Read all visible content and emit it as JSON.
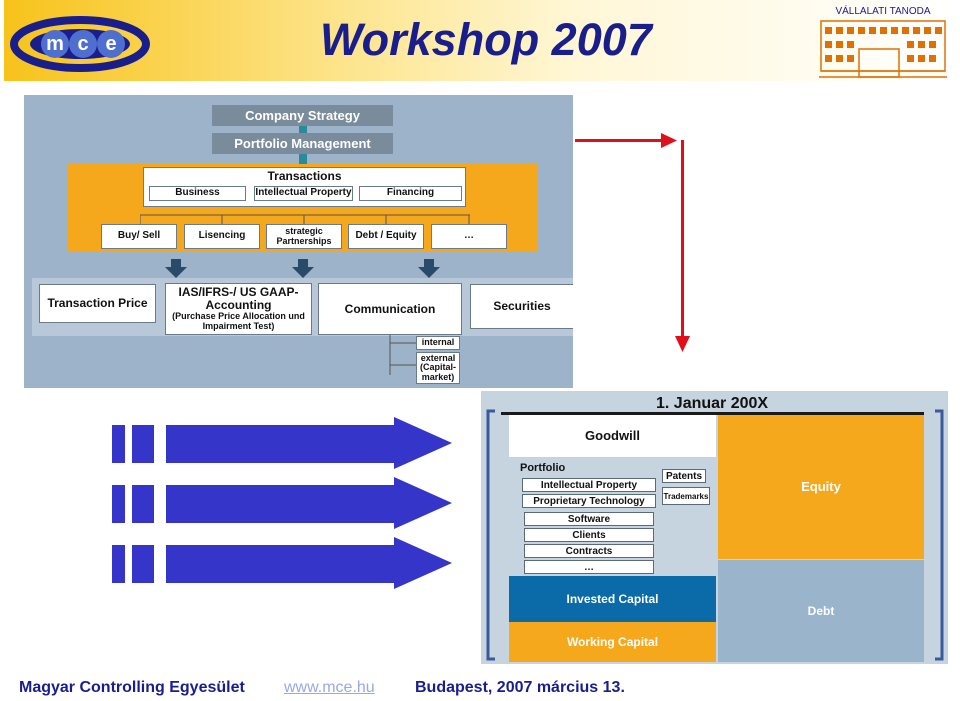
{
  "header": {
    "title": "Workshop 2007",
    "logo_text": "mce",
    "vt_label": "VÁLLALATI TANODA"
  },
  "diagram": {
    "company_strategy": "Company Strategy",
    "portfolio_management": "Portfolio Management",
    "transactions": "Transactions",
    "transaction_types": [
      "Business",
      "Intellectual Property",
      "Financing"
    ],
    "deal_types": [
      "Buy/ Sell",
      "Lisencing",
      "strategic Partnerships",
      "Debt / Equity",
      "…"
    ],
    "transaction_price": "Transaction Price",
    "accounting_title": "IAS/IFRS-/ US GAAP-Accounting",
    "accounting_sub": "(Purchase Price Allocation und Impairment Test)",
    "communication": "Communication",
    "securities": "Securities",
    "internal": "internal",
    "external": "external (Capital-market)"
  },
  "balance_sheet": {
    "date": "1. Januar 200X",
    "goodwill": "Goodwill",
    "portfolio": "Portfolio",
    "portfolio_items": [
      "Intellectual Property",
      "Proprietary Technology",
      "Software",
      "Clients",
      "Contracts",
      "…"
    ],
    "patents": "Patents",
    "trademarks": "Trademarks",
    "invested_capital": "Invested Capital",
    "working_capital": "Working Capital",
    "equity": "Equity",
    "debt": "Debt"
  },
  "footer": {
    "org": "Magyar Controlling Egyesület",
    "url": "www.mce.hu",
    "place_date": "Budapest,  2007 március 13."
  },
  "colors": {
    "navy": "#1a1e8c",
    "orange": "#f5a81c",
    "blue_arrow": "#3535c9",
    "red_arrow": "#e0101a",
    "invested_blue": "#0b6aa8"
  }
}
